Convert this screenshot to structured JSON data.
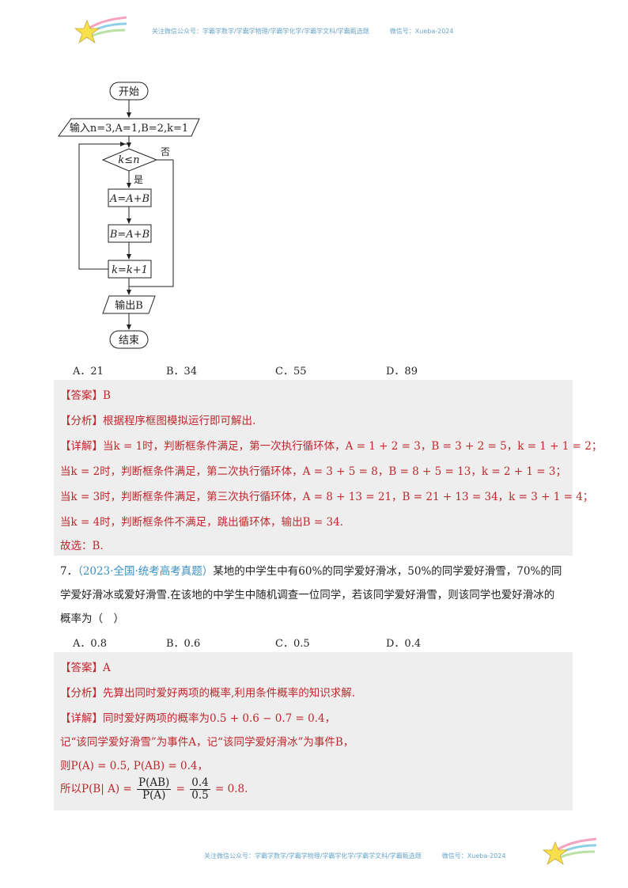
{
  "header": {
    "text": "关注微信公众号：学霸学数学/学霸学物理/学霸学化学/学霸学文科/学霸甄选题",
    "wechat": "微信号：Xueba-2024"
  },
  "flowchart": {
    "start": "开始",
    "input": "输入n=3,A=1,B=2,k=1",
    "condition": "k≤n",
    "no": "否",
    "yes": "是",
    "step1": "A=A+B",
    "step2": "B=A+B",
    "step3": "k=k+1",
    "output": "输出B",
    "end": "结束"
  },
  "q6": {
    "options": [
      "A．21",
      "B．34",
      "C．55",
      "D．89"
    ],
    "answer_tag": "【答案】",
    "answer": "B",
    "analysis_tag": "【分析】",
    "analysis": "根据程序框图模拟运行即可解出.",
    "detail_tag": "【详解】",
    "detail_lines": [
      "当k = 1时，判断框条件满足，第一次执行循环体，A = 1 + 2 = 3，B = 3 + 2 = 5，k = 1 + 1 = 2；",
      "当k = 2时，判断框条件满足，第二次执行循环体，A = 3 + 5 = 8，B = 8 + 5 = 13，k = 2 + 1 = 3；",
      "当k = 3时，判断框条件满足，第三次执行循环体，A = 8 + 13 = 21，B = 21 + 13 = 34，k = 3 + 1 = 4；",
      "当k = 4时，判断框条件不满足，跳出循环体，输出B = 34."
    ],
    "conclusion": "故选：B."
  },
  "q7": {
    "number": "7．",
    "source": "（2023·全国·统考高考真题）",
    "stem_line1": "某地的中学生中有60%的同学爱好滑冰，50%的同学爱好滑雪，70%的同",
    "stem_line2": "学爱好滑冰或爱好滑雪.在该地的中学生中随机调查一位同学，若该同学爱好滑雪，则该同学也爱好滑冰的",
    "stem_line3": "概率为（　）",
    "options": [
      "A．0.8",
      "B．0.6",
      "C．0.5",
      "D．0.4"
    ],
    "answer_tag": "【答案】",
    "answer": "A",
    "analysis_tag": "【分析】",
    "analysis": "先算出同时爱好两项的概率,利用条件概率的知识求解.",
    "detail_tag": "【详解】",
    "detail_line1": "同时爱好两项的概率为0.5 + 0.6 − 0.7 = 0.4，",
    "detail_line2": "记“该同学爱好滑雪”为事件A，记“该同学爱好滑冰”为事件B，",
    "detail_line3": "则P(A) = 0.5, P(AB) = 0.4，",
    "detail_line4_prefix": "所以P(B| A) =",
    "frac1_num": "P(AB)",
    "frac1_den": "P(A)",
    "eq": "=",
    "frac2_num": "0.4",
    "frac2_den": "0.5",
    "result": "= 0.8."
  },
  "footer": {
    "text": "关注微信公众号：学霸学数学/学霸学物理/学霸学化学/学霸学文科/学霸甄选题",
    "wechat": "微信号：Xueba-2024"
  }
}
